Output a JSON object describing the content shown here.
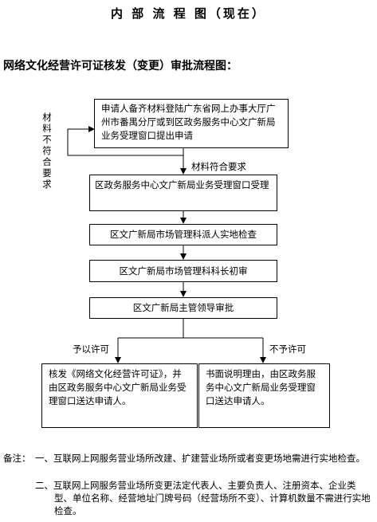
{
  "page_title": "内 部 流 程 图（现在）",
  "flow_title": "网络文化经营许可证核发（变更）审批流程图：",
  "steps": [
    "申请人备齐材料登陆广东省网上办事大厅广州市番禺分厅或到区政务服务中心文广新局业务受理窗口提出申请",
    "区政务服务中心文广新局业务受理窗口受理",
    "区文广新局市场管理科派人实地检查",
    "区文广新局市场管理科科长初审",
    "区文广新局主管领导审批"
  ],
  "outcomes": {
    "approve_label": "予以许可",
    "approve_text": "核发《网络文化经营许可证》，并由区政务服务中心文广新局业务受理窗口送达申请人。",
    "reject_label": "不予许可",
    "reject_text": "书面说明理由，由区政务服务中心文广新局业务受理窗口送达申请人。"
  },
  "labels": {
    "materials_ok": "材料符合要求",
    "materials_not_ok": "材料不符合要求"
  },
  "notes": {
    "prefix": "备注：",
    "item1": "一、互联网上网服务营业场所改建、扩建营业场所或者变更场地需进行实地检查。",
    "item2": "二、互联网上网服务营业场所变更法定代表人、主要负责人、注册资本、企业类型、单位名称、经营地址门牌号码（经营场所不变）、计算机数量不需进行实地检查。"
  }
}
